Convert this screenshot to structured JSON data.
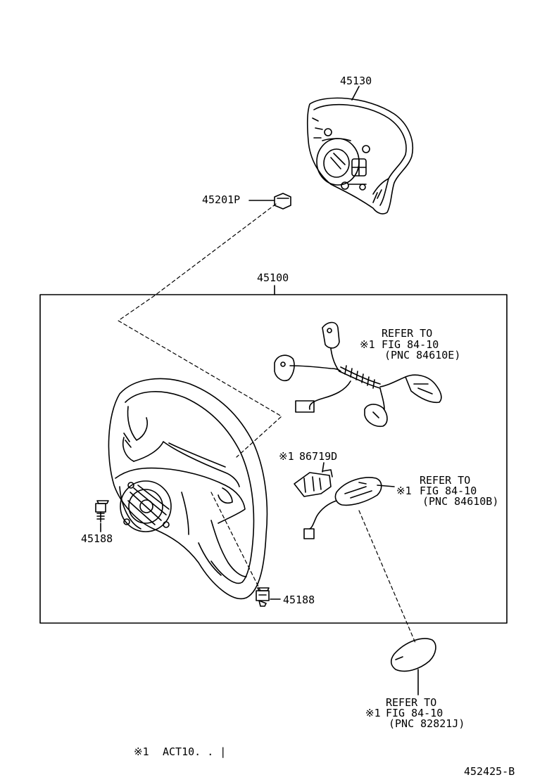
{
  "parts": {
    "airbag": "45130",
    "nut": "45201P",
    "wheel_assy": "45100",
    "screw_left": "45188",
    "screw_bottom": "45188",
    "switch_part": "86719D"
  },
  "refs": {
    "mark": "※1",
    "harness": {
      "line1": "REFER TO",
      "line2": "FIG 84-10",
      "line3": "(PNC 84610E)"
    },
    "switch": {
      "line1": "REFER TO",
      "line2": "FIG 84-10",
      "line3": "(PNC 84610B)"
    },
    "cover": {
      "line1": "REFER TO",
      "line2": "FIG 84-10",
      "line3": "(PNC 82821J)"
    }
  },
  "footnote": {
    "mark": "※1",
    "text": "ACT10. . |"
  },
  "figure_id": "452425-B"
}
